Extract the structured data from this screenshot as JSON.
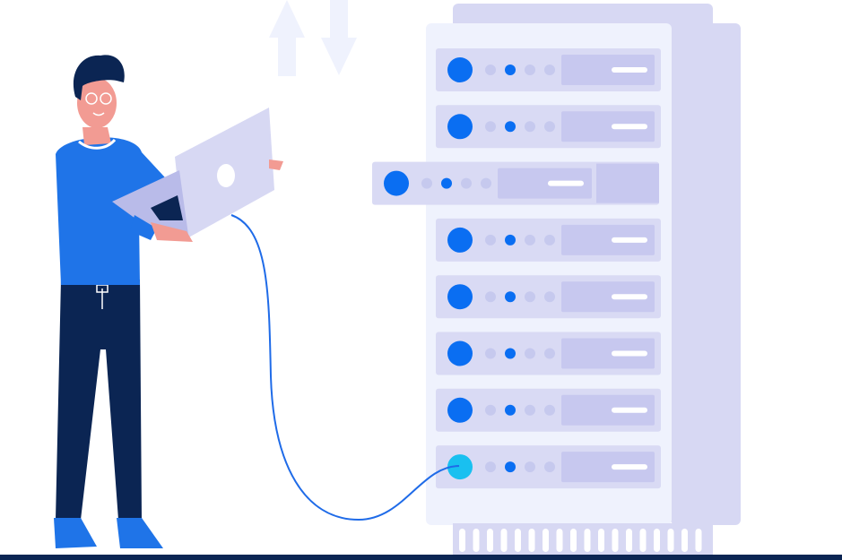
{
  "colors": {
    "background": "#ffffff",
    "rack_top": "#d7d8f3",
    "rack_front": "#eff2fd",
    "rack_side": "#d7d8f3",
    "unit_fill": "#d9daf4",
    "unit_panel": "#c7c8ef",
    "led_blue": "#0a6ef2",
    "led_dim": "#c6c9ee",
    "port_active": "#19c0f0",
    "cable": "#1f6be8",
    "arrow": "#eff2fd",
    "shirt": "#1f74e8",
    "pants": "#0b2553",
    "shoes": "#1f74e8",
    "skin": "#f29b93",
    "hair": "#0b2553",
    "laptop": "#d7d8f3",
    "laptop_dark": "#b9bbe9",
    "floor": "#0b2553"
  },
  "illustration": {
    "rack_units": 8,
    "pulled_out_unit": 3,
    "active_port_unit": 8,
    "icons": [
      "upload-arrow-icon",
      "download-arrow-icon",
      "server-rack",
      "laptop",
      "network-cable",
      "person"
    ]
  }
}
